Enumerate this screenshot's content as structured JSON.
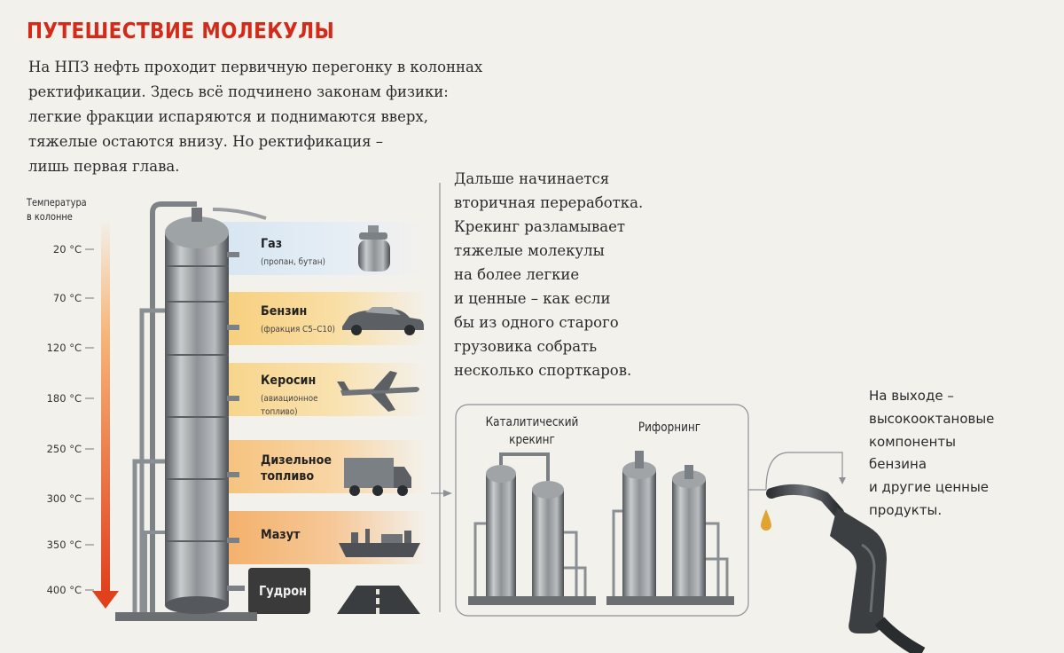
{
  "title": "ПУТЕШЕСТВИЕ МОЛЕКУЛЫ",
  "intro_lines": [
    "На НПЗ нефть проходит первичную перегонку в колоннах",
    "ректификации. Здесь всё подчинено законам физики:",
    "легкие фракции испаряются и поднимаются вверх,",
    "тяжелые остаются внизу. Но ректификация –",
    "лишь первая глава."
  ],
  "temperature_axis": {
    "title_lines": [
      "Температура",
      "в колонне"
    ],
    "ticks": [
      "20 °C",
      "70 °C",
      "120 °C",
      "180 °C",
      "250 °C",
      "300 °C",
      "350 °C",
      "400 °C"
    ],
    "arrow_color": "#e0401c"
  },
  "fractions": [
    {
      "name_lines": [
        "Газ"
      ],
      "sub_lines": [
        "(пропан, бутан)"
      ],
      "icon": "gas-cylinder-icon"
    },
    {
      "name_lines": [
        "Бензин"
      ],
      "sub_lines": [
        "(фракция C5–C10)"
      ],
      "icon": "car-icon"
    },
    {
      "name_lines": [
        "Керосин"
      ],
      "sub_lines": [
        "(авиационное",
        "топливо)"
      ],
      "icon": "airplane-icon"
    },
    {
      "name_lines": [
        "Дизельное",
        "топливо"
      ],
      "sub_lines": [],
      "icon": "truck-icon"
    },
    {
      "name_lines": [
        "Мазут"
      ],
      "sub_lines": [],
      "icon": "ship-icon"
    },
    {
      "name_lines": [
        "Гудрон"
      ],
      "sub_lines": [],
      "icon": "road-icon"
    }
  ],
  "secondary_text_lines": [
    "Дальше начинается",
    "вторичная переработка.",
    "Крекинг разламывает",
    "тяжелые молекулы",
    "на более легкие",
    "и ценные – как если",
    "бы из одного старого",
    "грузовика собрать",
    "несколько спорткаров."
  ],
  "plants": [
    {
      "label_lines": [
        "Каталитический",
        "крекинг"
      ]
    },
    {
      "label_lines": [
        "Рифорнинг"
      ]
    }
  ],
  "output_text_lines": [
    "На выходе –",
    "высокооктановые",
    "компоненты",
    "бензина",
    "и другие ценные",
    "продукты."
  ],
  "colors": {
    "title": "#d42a1a",
    "gas_band": "#d7e6f1",
    "benzin_band": "#f7cf7d",
    "kerosin_band": "#f7d48a",
    "diesel_band": "#f6c27e",
    "mazut_band": "#f3b06a",
    "gudron_band": "#3a3a3a",
    "fuel_drop": "#e0a530"
  }
}
